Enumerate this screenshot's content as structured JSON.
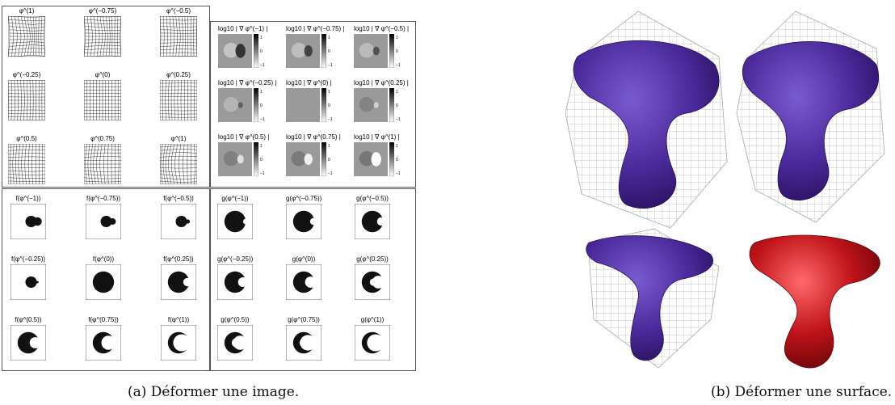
{
  "figure": {
    "caption_a": "(a) Déformer une image.",
    "caption_b": "(b) Déformer une surface."
  },
  "panel_deformation": {
    "labels": [
      "φ^(1)",
      "φ^(−0.75)",
      "φ^(−0.5)",
      "φ^(−0.25)",
      "φ^(0)",
      "φ^(0.25)",
      "φ^(0.5)",
      "φ^(0.75)",
      "φ^(1)"
    ]
  },
  "panel_jacobian": {
    "labels": [
      "log10 | ∇ φ^(−1) |",
      "log10 | ∇ φ^(−0.75) |",
      "log10 | ∇ φ^(−0.5) |",
      "log10 | ∇ φ^(−0.25) |",
      "log10 | ∇ φ^(0) |",
      "log10 | ∇ φ^(0.25) |",
      "log10 | ∇ φ^(0.5) |",
      "log10 | ∇ φ^(0.75) |",
      "log10 | ∇ φ^(1) |"
    ],
    "colorbar_ticks": [
      "1",
      "0",
      "−1"
    ]
  },
  "panel_f": {
    "labels": [
      "f(φ^(−1))",
      "f(φ^(−0.75))",
      "f(φ^(−0.5))",
      "f(φ^(−0.25))",
      "f(φ^(0))",
      "f(φ^(0.25))",
      "f(φ^(0.5))",
      "f(φ^(0.75))",
      "f(φ^(1))"
    ]
  },
  "panel_g": {
    "labels": [
      "g(φ^(−1))",
      "g(φ^(−0.75))",
      "g(φ^(−0.5))",
      "g(φ^(−0.25))",
      "g(φ^(0))",
      "g(φ^(0.25))",
      "g(φ^(0.5))",
      "g(φ^(0.75))",
      "g(φ^(1))"
    ]
  },
  "surface_panel": {
    "colors": {
      "surface_blue": "#4a2a9a",
      "surface_red": "#c0141a",
      "grid": "#b8b8b8"
    }
  }
}
